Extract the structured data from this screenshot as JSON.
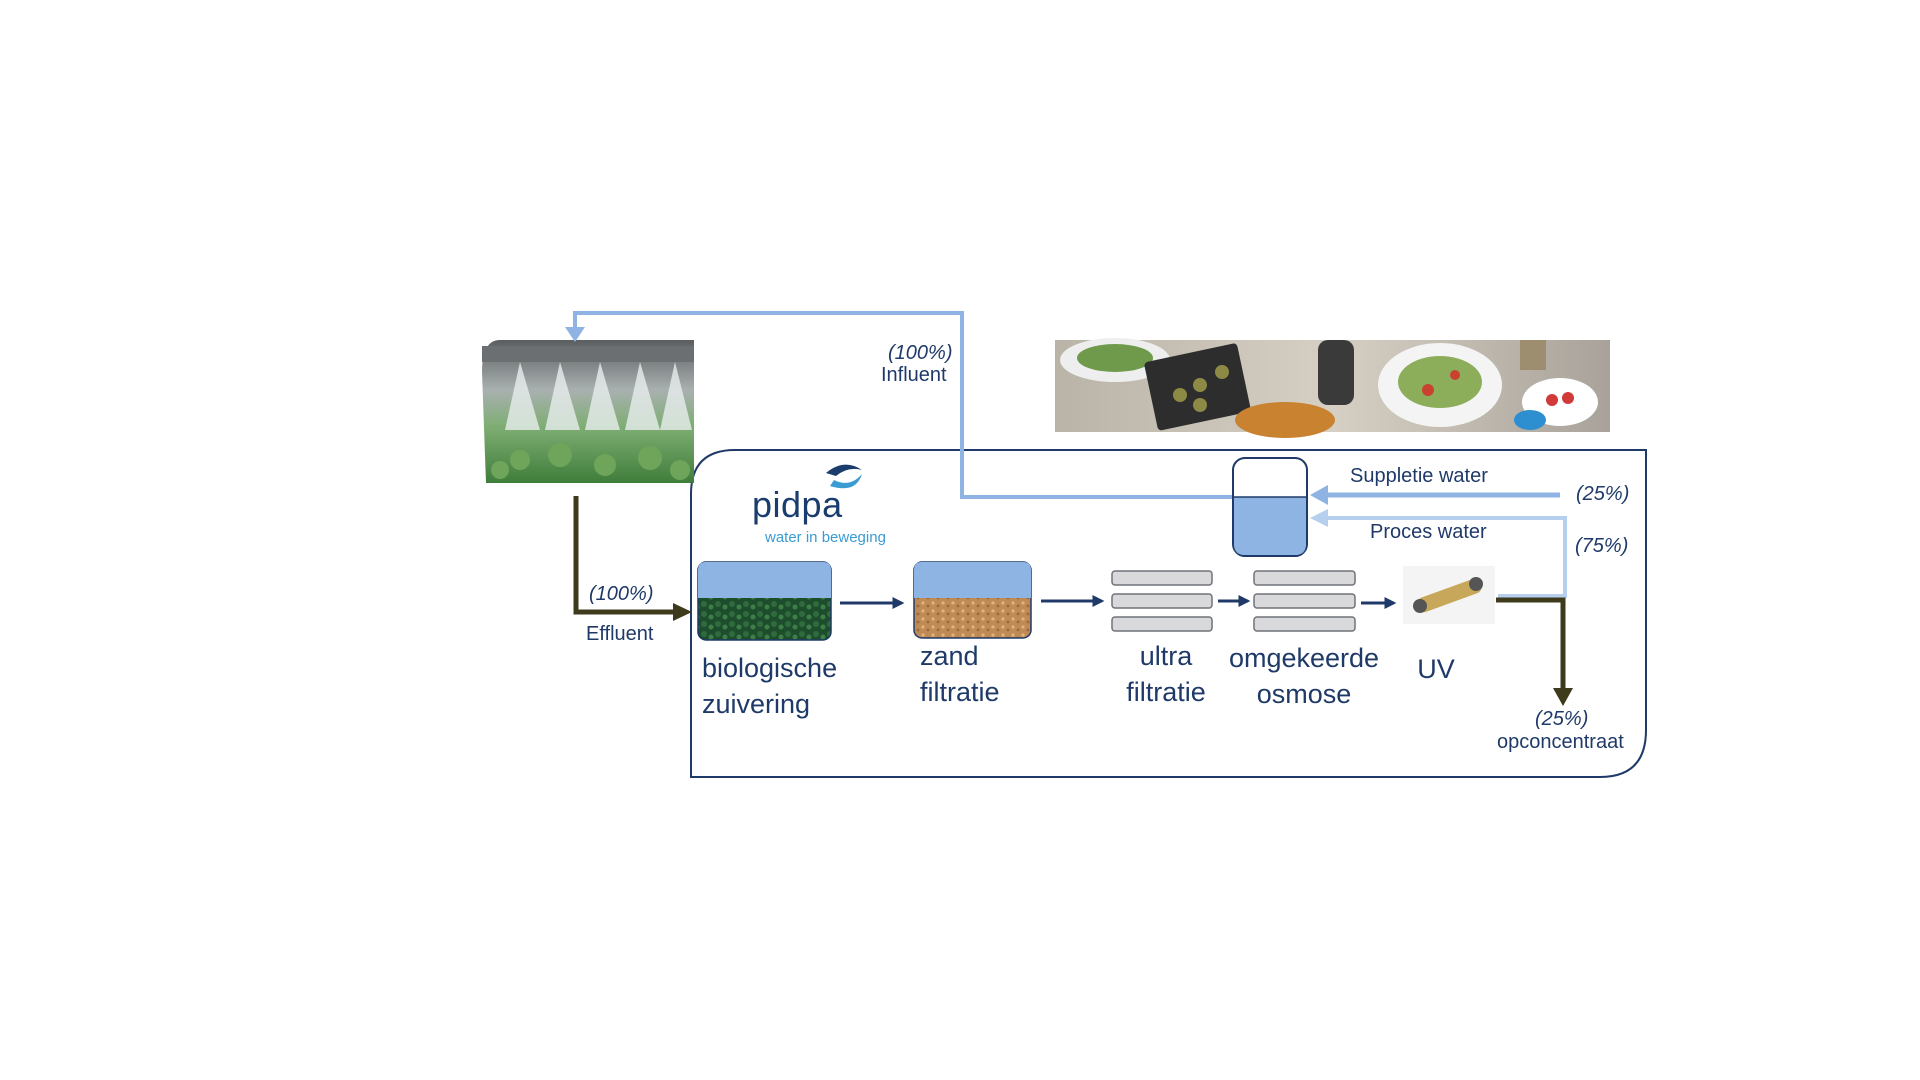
{
  "brand": {
    "name": "pidpa",
    "tagline": "water in beweging"
  },
  "flows": {
    "influent": {
      "percent": "(100%)",
      "label": "Influent"
    },
    "effluent": {
      "percent": "(100%)",
      "label": "Effluent"
    },
    "suppletie": {
      "percent": "(25%)",
      "label": "Suppletie water"
    },
    "proces": {
      "percent": "(75%)",
      "label": "Proces water"
    },
    "opconcentraat": {
      "percent": "(25%)",
      "label": "opconcentraat"
    }
  },
  "stages": [
    {
      "line1": "biologische",
      "line2": "zuivering"
    },
    {
      "line1": "zand",
      "line2": "filtratie"
    },
    {
      "line1": "ultra",
      "line2": "filtratie"
    },
    {
      "line1": "omgekeerde",
      "line2": "osmose"
    },
    {
      "line1": "UV",
      "line2": ""
    }
  ],
  "colors": {
    "light_blue": "#8fb4e3",
    "dark_blue": "#1f3a68",
    "dark_brown": "#3e3a1c",
    "water": "#8db4e2"
  },
  "icons": [
    "spray-wash-photo",
    "food-table-photo",
    "uv-lamp-icon",
    "water-tank-icon",
    "pidpa-logo-icon"
  ]
}
